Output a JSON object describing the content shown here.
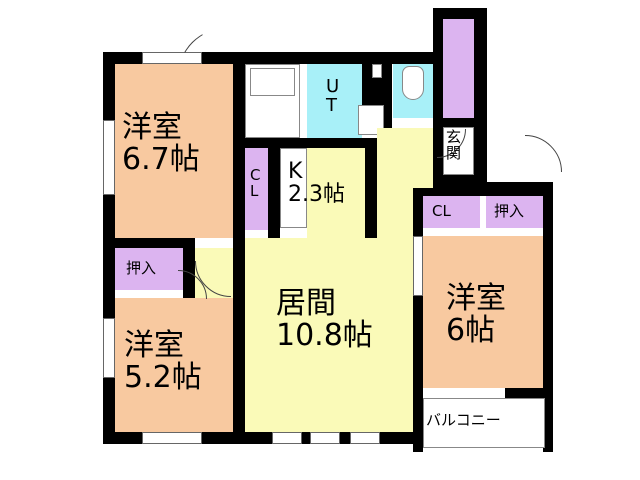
{
  "rooms": {
    "western_room_1": {
      "name": "洋室",
      "size": "6.7帖"
    },
    "western_room_2": {
      "name": "洋室",
      "size": "5.2帖"
    },
    "western_room_3": {
      "name": "洋室",
      "size": "6帖"
    },
    "living": {
      "name": "居間",
      "size": "10.8帖"
    },
    "kitchen": {
      "name": "K",
      "size": "2.3帖"
    },
    "utility": "UT",
    "entrance": "玄関",
    "closet_left": "CL",
    "closet_right": "CL",
    "storage_left": "押入",
    "storage_right": "押入",
    "balcony": "バルコニー"
  },
  "colors": {
    "western": "#f8c9a0",
    "living": "#fafab8",
    "storage": "#dcb4f0",
    "wet": "#a8f0f8"
  }
}
